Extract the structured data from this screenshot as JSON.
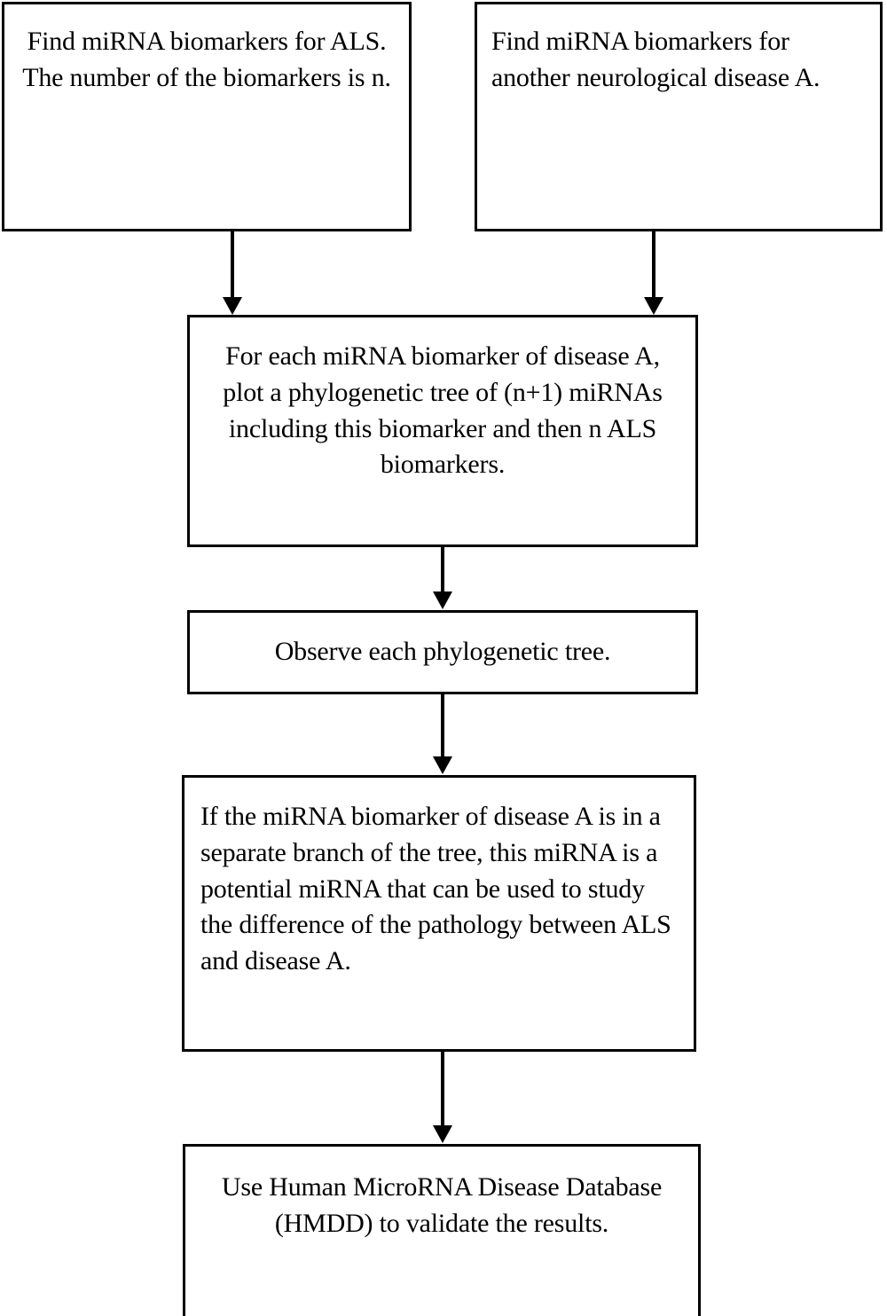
{
  "diagram": {
    "title": "miRNA biomarker comparison workflow",
    "orientation": "top-to-bottom",
    "background_color": "#ffffff",
    "stroke_color": "#000000",
    "text_color": "#000000",
    "nodes": [
      {
        "id": "node-1",
        "name": "find-als-biomarkers",
        "shape": "rectangle",
        "align": "center",
        "text": "Find miRNA biomarkers for ALS. The number of the biomarkers is n."
      },
      {
        "id": "node-2",
        "name": "find-disease-a-biomarkers",
        "shape": "rectangle",
        "align": "left",
        "text": "Find miRNA biomarkers for another neurological disease A."
      },
      {
        "id": "node-3",
        "name": "plot-phylogenetic-tree",
        "shape": "rectangle",
        "align": "center",
        "text": "For each miRNA biomarker of disease A, plot a phylogenetic tree of (n+1) miRNAs including this biomarker and then n ALS biomarkers."
      },
      {
        "id": "node-4",
        "name": "observe-tree",
        "shape": "rectangle",
        "align": "center",
        "text": "Observe each phylogenetic tree."
      },
      {
        "id": "node-5",
        "name": "separate-branch-criterion",
        "shape": "rectangle",
        "align": "left",
        "text": "If the miRNA biomarker of disease A is in a separate branch of the tree, this miRNA is a potential miRNA that can be used to study the difference of the pathology between ALS and disease A."
      },
      {
        "id": "node-6",
        "name": "validate-with-hmdd",
        "shape": "rectangle",
        "align": "center",
        "text": "Use Human MicroRNA Disease Database (HMDD) to validate the results."
      }
    ],
    "edges": [
      {
        "id": "conn-1to3",
        "name": "edge-als-to-tree",
        "from": "node-1",
        "to": "node-3",
        "style": "solid",
        "arrowhead": "filled-triangle",
        "label": ""
      },
      {
        "id": "conn-2to3",
        "name": "edge-diseasea-to-tree",
        "from": "node-2",
        "to": "node-3",
        "style": "solid",
        "arrowhead": "filled-triangle",
        "label": ""
      },
      {
        "id": "conn-3to4",
        "name": "edge-tree-to-observe",
        "from": "node-3",
        "to": "node-4",
        "style": "solid",
        "arrowhead": "filled-triangle",
        "label": ""
      },
      {
        "id": "conn-4to5",
        "name": "edge-observe-to-criterion",
        "from": "node-4",
        "to": "node-5",
        "style": "solid",
        "arrowhead": "filled-triangle",
        "label": ""
      },
      {
        "id": "conn-5to6",
        "name": "edge-criterion-to-validate",
        "from": "node-5",
        "to": "node-6",
        "style": "solid",
        "arrowhead": "filled-triangle",
        "label": ""
      }
    ]
  }
}
